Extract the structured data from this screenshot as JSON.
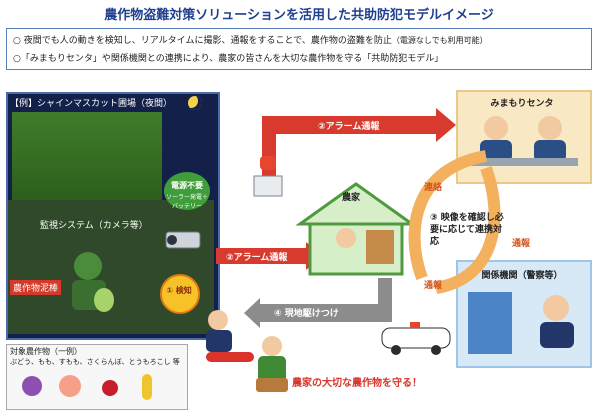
{
  "title": "農作物盗難対策ソリューションを活用した共助防犯モデルイメージ",
  "notes": [
    {
      "main": "○ 夜間でも人の動きを検知し、リアルタイムに撮影、通報をすることで、農作物の盗難を防止",
      "sub": "（電源なしでも利用可能）"
    },
    {
      "main": "○「みまもりセンタ」や関係機関との連携により、農家の皆さんを大切な農作物を守る「共助防犯モデル」",
      "sub": ""
    }
  ],
  "farm_scene": {
    "label": "【例】シャインマスカット圃場（夜間）",
    "camera_label": "監視システム（カメラ等）",
    "power_main": "電源不要",
    "power_sub": "ソーラー発電＋バッテリー",
    "thief_label": "農作物泥棒",
    "detect_label": "① 検知"
  },
  "arrows": {
    "alarm_top": "②アラーム通報",
    "alarm_mid": "②アラーム通報",
    "rush": "④ 現地駆けつけ",
    "contact": "連絡",
    "report_right": "通報",
    "report_left": "通報"
  },
  "nodes": {
    "center": "みまもりセンタ",
    "farmer": "農家",
    "agency": "関係機関（警察等）",
    "confirm": "③ 映像を確認し必要に応じて連携対応"
  },
  "crops": {
    "title": "対象農作物（一例）",
    "list": "ぶどう、もも、すもも、さくらんぼ、とうもろこし 等"
  },
  "protect_text": "農家の大切な農作物を守る！",
  "colors": {
    "title": "#1f3f8f",
    "alarm": "#d93a2e",
    "contact": "#d4551c",
    "protect": "#d9332b"
  }
}
